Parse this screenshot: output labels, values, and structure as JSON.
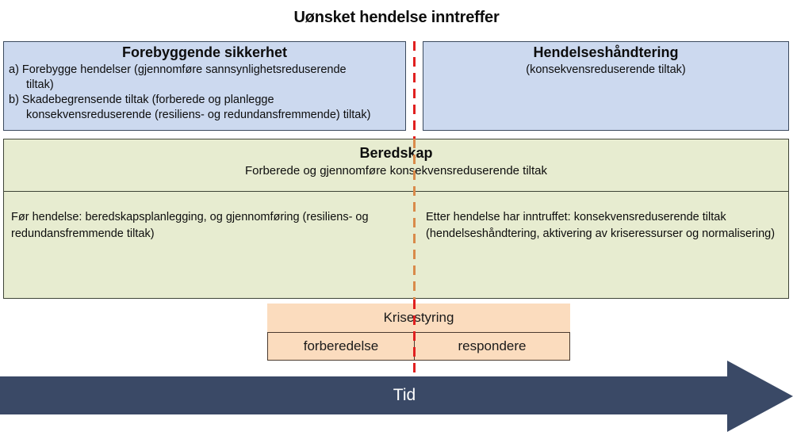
{
  "title": "Uønsket hendelse inntreffer",
  "preventive": {
    "heading": "Forebyggende sikkerhet",
    "item_a_line1": "a) Forebygge hendelser (gjennomføre sannsynlighetsreduserende",
    "item_a_line2": "tiltak)",
    "item_b_line1": "b) Skadebegrensende tiltak (forberede og planlegge",
    "item_b_line2": "konsekvensreduserende (resiliens- og redundansfremmende) tiltak)"
  },
  "incident_handling": {
    "heading": "Hendelseshåndtering",
    "subheading": "(konsekvensreduserende tiltak)"
  },
  "preparedness": {
    "title": "Beredskap",
    "subtitle": "Forberede og gjennomføre konsekvensreduserende tiltak",
    "before_text": "Før hendelse: beredskapsplanlegging, og gjennomføring (resiliens- og redundansfremmende tiltak)",
    "after_text": "Etter hendelse har inntruffet: konsekvensreduserende tiltak (hendelseshåndtering, aktivering av kriseressurser og normalisering)"
  },
  "crisis_management": {
    "label": "Krisestyring",
    "phases": [
      {
        "label": "forberedelse"
      },
      {
        "label": "respondere"
      }
    ]
  },
  "timeline": {
    "label": "Tid"
  },
  "colors": {
    "blue_fill": "#ccd9ef",
    "blue_border": "#3b4a5e",
    "green_fill": "#e7ecd0",
    "green_border": "#3e4436",
    "orange_fill": "#fbdcbe",
    "orange_border": "#4a3a2e",
    "arrow_fill": "#374straight",
    "event_line_red": "#e02020",
    "event_line_green_overlay": "#d98a4a",
    "arrow_navy": "#3a4966"
  }
}
